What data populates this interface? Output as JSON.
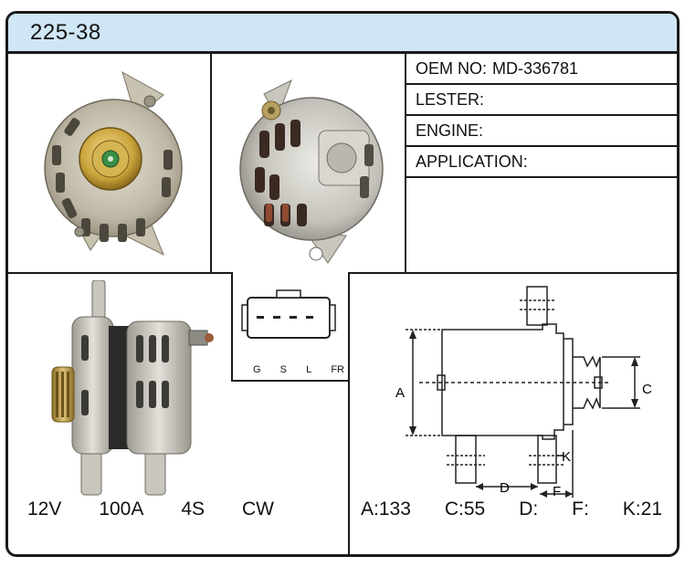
{
  "header": {
    "part_number": "225-38"
  },
  "info": {
    "rows": [
      {
        "label": "OEM NO:",
        "value": "MD-336781"
      },
      {
        "label": "LESTER:",
        "value": ""
      },
      {
        "label": "ENGINE:",
        "value": ""
      },
      {
        "label": "APPLICATION:",
        "value": ""
      }
    ]
  },
  "connector": {
    "pins": [
      "G",
      "S",
      "L",
      "FR"
    ]
  },
  "diagram": {
    "labels": {
      "a": "A",
      "c": "C",
      "d": "D",
      "f": "F",
      "k": "K"
    }
  },
  "specs": {
    "voltage": "12V",
    "amperage": "100A",
    "pulley": "4S",
    "rotation": "CW"
  },
  "dimensions": {
    "a": "A:133",
    "c": "C:55",
    "d": "D:",
    "f": "F:",
    "k": "K:21"
  }
}
